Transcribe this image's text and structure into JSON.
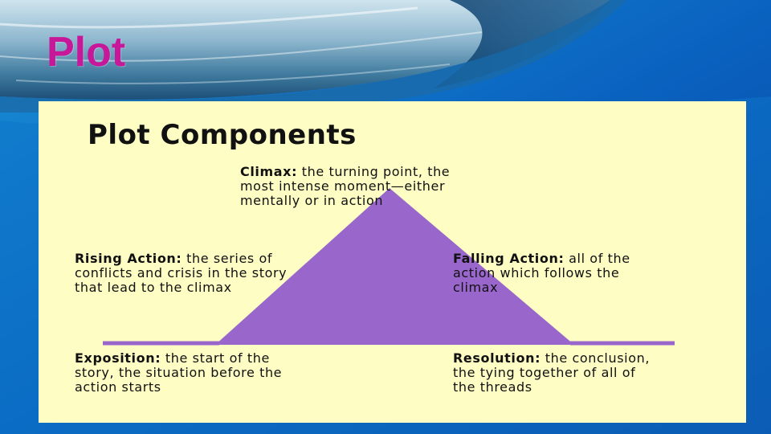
{
  "slide": {
    "title": "Plot"
  },
  "panel": {
    "title": "Plot Components"
  },
  "components": {
    "climax": {
      "term": "Climax:",
      "desc": "the turning point, the\nmost intense moment—either\nmentally or in action"
    },
    "rising": {
      "term": "Rising Action:",
      "desc": "the series of\nconflicts and crisis in the story\nthat lead to the climax"
    },
    "falling": {
      "term": "Falling Action:",
      "desc": "all of the\naction which follows the\nclimax"
    },
    "exposition": {
      "term": "Exposition:",
      "desc": " the start of the\nstory, the situation before the\naction starts"
    },
    "resolution": {
      "term": "Resolution:",
      "desc": "the conclusion,\nthe tying together of all of\nthe threads"
    }
  },
  "colors": {
    "title": "#c8189a",
    "panel": "#fefdc4",
    "triangle": "#9966cc",
    "baseline": "#9966cc",
    "background": "#0a5fb8"
  }
}
